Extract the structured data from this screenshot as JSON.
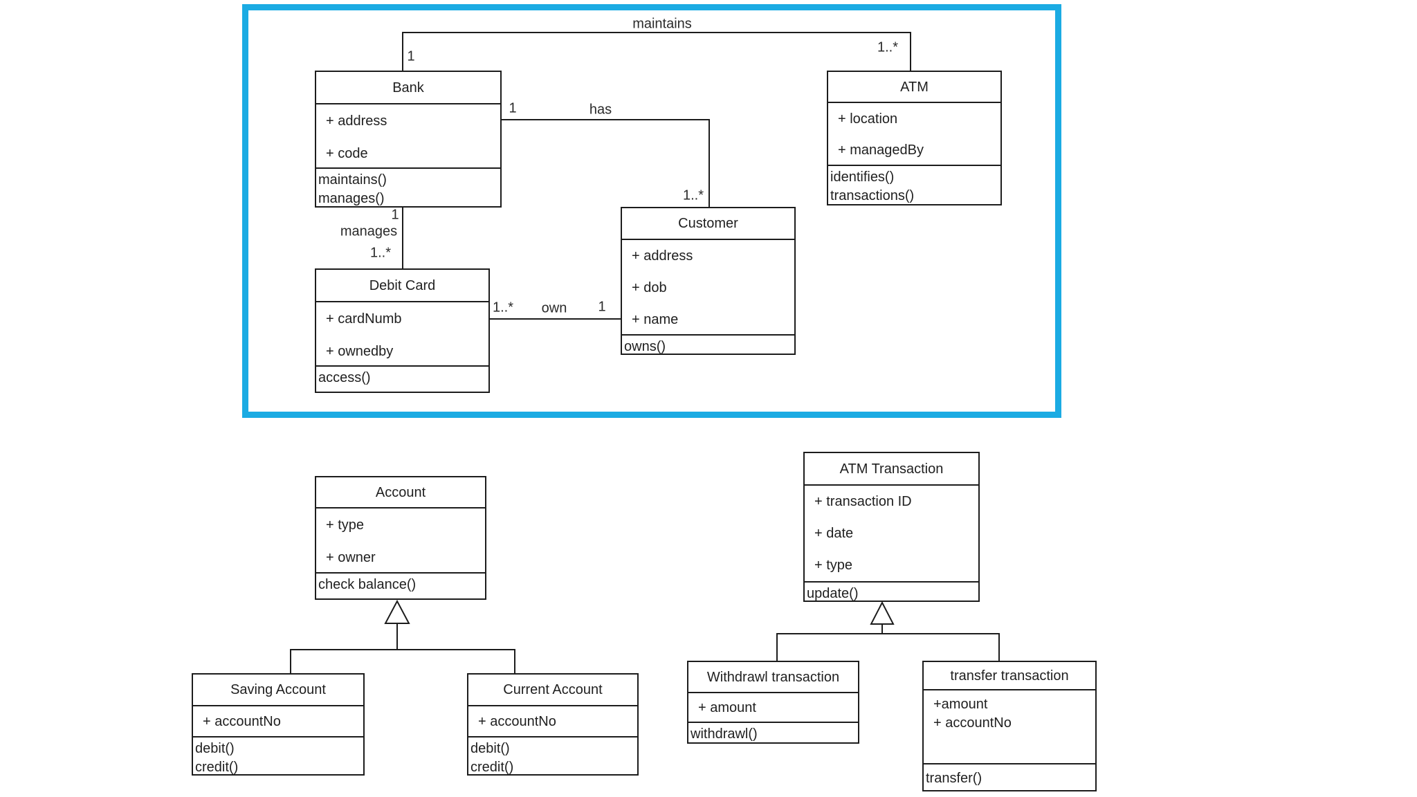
{
  "diagram": {
    "kind": "UML class diagram",
    "selection_frame": "top cluster outlined"
  },
  "colors": {
    "frame": "#1babe3",
    "line": "#1c1c1c",
    "box_fill": "#ffffff",
    "text": "#1f1f1f"
  },
  "classes": {
    "bank": {
      "name": "Bank",
      "attributes": [
        "+ address",
        "+ code"
      ],
      "operations": [
        "maintains()",
        "manages()"
      ]
    },
    "atm": {
      "name": "ATM",
      "attributes": [
        "+ location",
        "+ managedBy"
      ],
      "operations": [
        "identifies()",
        "transactions()"
      ]
    },
    "customer": {
      "name": "Customer",
      "attributes": [
        "+ address",
        "+ dob",
        "+ name"
      ],
      "operations": [
        "owns()"
      ]
    },
    "debit_card": {
      "name": "Debit Card",
      "attributes": [
        "+ cardNumb",
        "+ ownedby"
      ],
      "operations": [
        "access()"
      ]
    },
    "account": {
      "name": "Account",
      "attributes": [
        "+ type",
        "+ owner"
      ],
      "operations": [
        "check balance()"
      ]
    },
    "saving_account": {
      "name": "Saving Account",
      "attributes": [
        "+ accountNo"
      ],
      "operations": [
        "debit()",
        "credit()"
      ]
    },
    "current_account": {
      "name": "Current Account",
      "attributes": [
        "+ accountNo"
      ],
      "operations": [
        "debit()",
        "credit()"
      ]
    },
    "atm_transaction": {
      "name": "ATM Transaction",
      "attributes": [
        "+ transaction ID",
        "+ date",
        "+ type"
      ],
      "operations": [
        "update()"
      ]
    },
    "withdrawl_transaction": {
      "name": "Withdrawl transaction",
      "attributes": [
        "+ amount"
      ],
      "operations": [
        "withdrawl()"
      ]
    },
    "transfer_transaction": {
      "name": "transfer transaction",
      "attributes": [
        "+amount",
        "+ accountNo"
      ],
      "operations": [
        "transfer()"
      ]
    }
  },
  "associations": {
    "maintains": {
      "label": "maintains",
      "end_bank": "1",
      "end_atm": "1..*"
    },
    "has": {
      "label": "has",
      "end_bank": "1",
      "end_customer": "1..*"
    },
    "manages": {
      "label": "manages",
      "end_bank": "1",
      "end_debit_card": "1..*"
    },
    "own": {
      "label": "own",
      "end_debit_card": "1..*",
      "end_customer": "1"
    }
  },
  "generalizations": [
    {
      "parent": "Account",
      "children": [
        "Saving Account",
        "Current Account"
      ]
    },
    {
      "parent": "ATM Transaction",
      "children": [
        "Withdrawl transaction",
        "transfer transaction"
      ]
    }
  ]
}
